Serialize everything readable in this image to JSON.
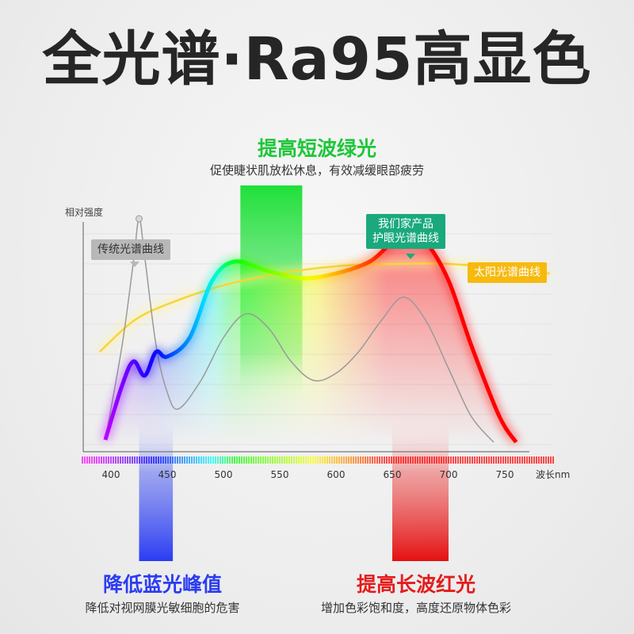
{
  "title": "全光谱·Ra95高显色",
  "green_feature": {
    "title": "提高短波绿光",
    "desc": "促使睫状肌放松休息，有效减缓眼部疲劳",
    "color": "#1fc63a"
  },
  "blue_feature": {
    "title": "降低蓝光峰值",
    "desc": "降低对视网膜光敏细胞的危害",
    "color": "#2a3cf2"
  },
  "red_feature": {
    "title": "提高长波红光",
    "desc": "增加色彩饱和度，高度还原物体色彩",
    "color": "#e41c1c"
  },
  "labels": {
    "traditional": "传统光谱曲线",
    "ours_line1": "我们家产品",
    "ours_line2": "护眼光谱曲线",
    "sun": "太阳光谱曲线"
  },
  "chart_data": {
    "type": "line",
    "ylabel": "相对强度",
    "xlabel": "波长nm",
    "xlim": [
      380,
      780
    ],
    "ylim": [
      0,
      1
    ],
    "x_ticks": [
      400,
      450,
      500,
      550,
      600,
      650,
      700,
      750
    ],
    "series": [
      {
        "name": "传统光谱曲线",
        "color": "#9a9a9a",
        "points": [
          [
            395,
            0.05
          ],
          [
            410,
            0.45
          ],
          [
            420,
            0.8
          ],
          [
            425,
            0.98
          ],
          [
            430,
            0.82
          ],
          [
            440,
            0.45
          ],
          [
            450,
            0.25
          ],
          [
            460,
            0.18
          ],
          [
            480,
            0.3
          ],
          [
            500,
            0.48
          ],
          [
            520,
            0.58
          ],
          [
            540,
            0.52
          ],
          [
            560,
            0.38
          ],
          [
            580,
            0.3
          ],
          [
            600,
            0.33
          ],
          [
            620,
            0.42
          ],
          [
            640,
            0.55
          ],
          [
            660,
            0.65
          ],
          [
            680,
            0.55
          ],
          [
            700,
            0.35
          ],
          [
            720,
            0.15
          ],
          [
            740,
            0.04
          ]
        ]
      },
      {
        "name": "护眼光谱曲线",
        "color": "#e23a1c",
        "points": [
          [
            395,
            0.05
          ],
          [
            410,
            0.28
          ],
          [
            420,
            0.38
          ],
          [
            430,
            0.32
          ],
          [
            440,
            0.42
          ],
          [
            450,
            0.4
          ],
          [
            470,
            0.48
          ],
          [
            490,
            0.72
          ],
          [
            510,
            0.8
          ],
          [
            540,
            0.76
          ],
          [
            570,
            0.73
          ],
          [
            600,
            0.75
          ],
          [
            630,
            0.8
          ],
          [
            650,
            0.88
          ],
          [
            665,
            0.9
          ],
          [
            680,
            0.88
          ],
          [
            700,
            0.72
          ],
          [
            720,
            0.45
          ],
          [
            745,
            0.15
          ],
          [
            760,
            0.04
          ]
        ]
      },
      {
        "name": "太阳光谱曲线",
        "color": "#f8d43a",
        "points": [
          [
            390,
            0.42
          ],
          [
            420,
            0.55
          ],
          [
            450,
            0.62
          ],
          [
            500,
            0.7
          ],
          [
            550,
            0.75
          ],
          [
            600,
            0.78
          ],
          [
            650,
            0.79
          ],
          [
            700,
            0.79
          ],
          [
            750,
            0.77
          ],
          [
            790,
            0.75
          ]
        ]
      }
    ],
    "highlight_bands": [
      {
        "from": 425,
        "to": 455,
        "color": "#2a3cf2"
      },
      {
        "from": 515,
        "to": 570,
        "color": "#1fc63a"
      },
      {
        "from": 650,
        "to": 700,
        "color": "#e41c1c"
      }
    ]
  }
}
